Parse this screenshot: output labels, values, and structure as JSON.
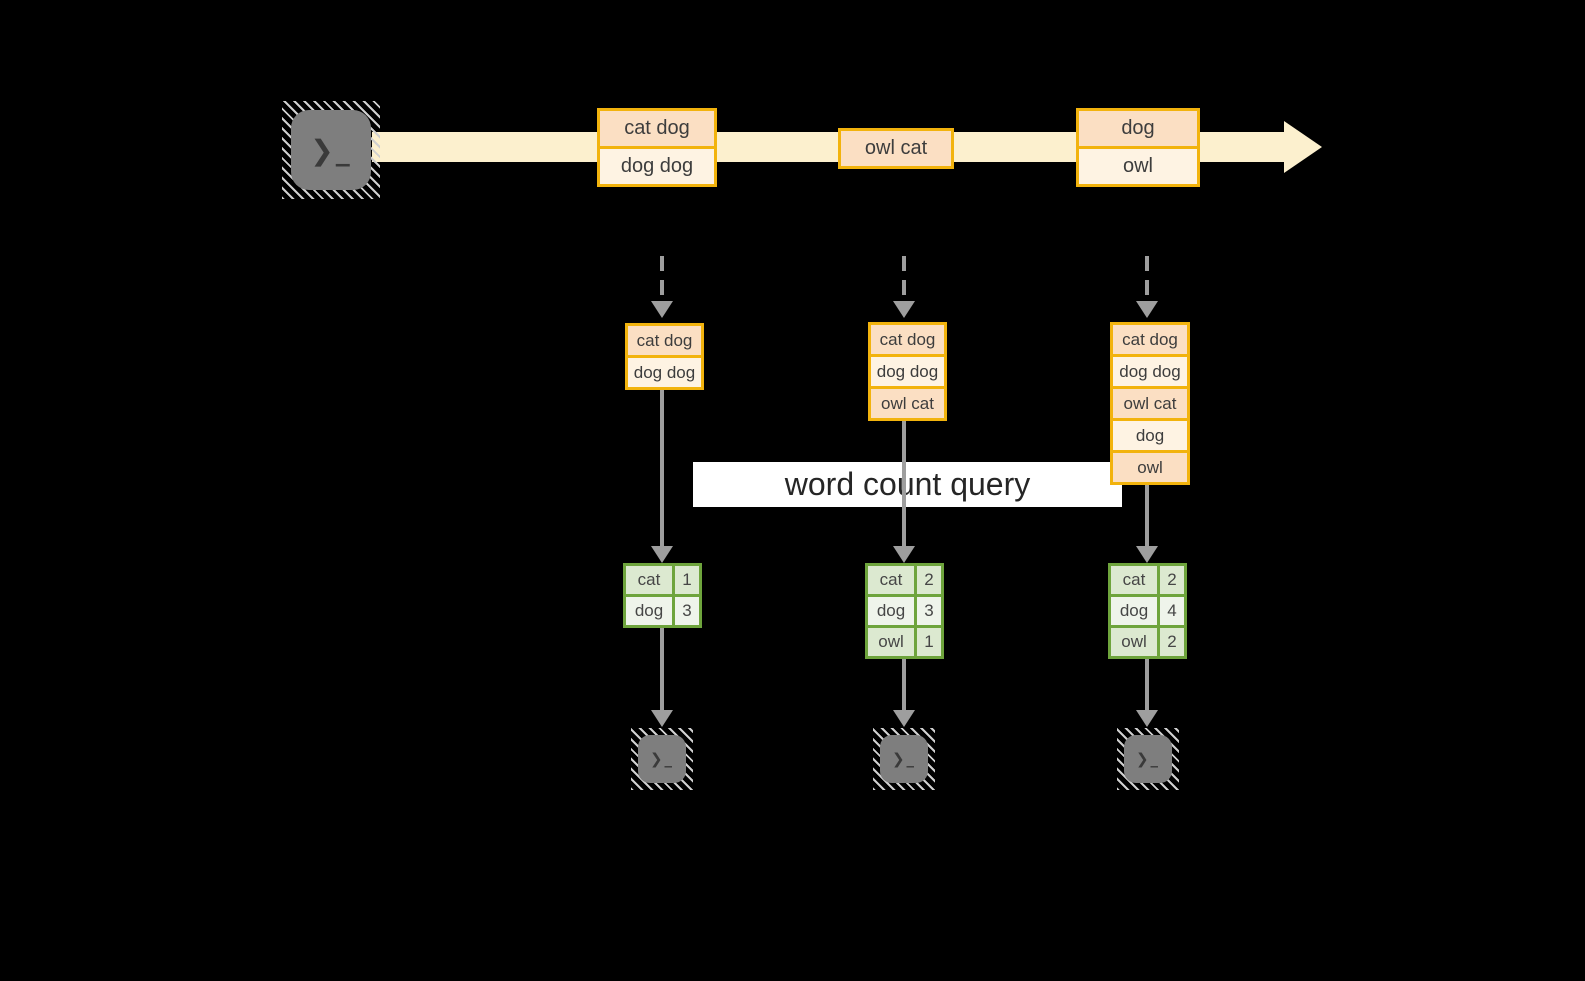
{
  "colors": {
    "background": "#000000",
    "stream_band": "#FCF0CE",
    "orange_border": "#F2B30D",
    "cell_peach": "#FBDFC3",
    "cell_cream": "#FEF3E3",
    "green_border": "#6EA43C",
    "green_row_dark": "#DCE9D0",
    "green_row_light": "#EFF4EB",
    "arrow_gray": "#9E9E9E",
    "terminal_gray": "#7E7E7E",
    "label_bg": "#FFFFFF"
  },
  "icons": {
    "terminal_glyph": "❯_"
  },
  "stream": {
    "events": [
      {
        "lines": [
          "cat dog",
          "dog dog"
        ]
      },
      {
        "lines": [
          "owl cat"
        ]
      },
      {
        "lines": [
          "dog",
          "owl"
        ]
      }
    ]
  },
  "query_label": "word count query",
  "columns": [
    {
      "buffer": [
        "cat dog",
        "dog dog"
      ],
      "counts": {
        "rows": [
          {
            "word": "cat",
            "count": "1"
          },
          {
            "word": "dog",
            "count": "3"
          }
        ]
      }
    },
    {
      "buffer": [
        "cat dog",
        "dog dog",
        "owl cat"
      ],
      "counts": {
        "rows": [
          {
            "word": "cat",
            "count": "2"
          },
          {
            "word": "dog",
            "count": "3"
          },
          {
            "word": "owl",
            "count": "1"
          }
        ]
      }
    },
    {
      "buffer": [
        "cat dog",
        "dog dog",
        "owl cat",
        "dog",
        "owl"
      ],
      "counts": {
        "rows": [
          {
            "word": "cat",
            "count": "2"
          },
          {
            "word": "dog",
            "count": "4"
          },
          {
            "word": "owl",
            "count": "2"
          }
        ]
      }
    }
  ]
}
